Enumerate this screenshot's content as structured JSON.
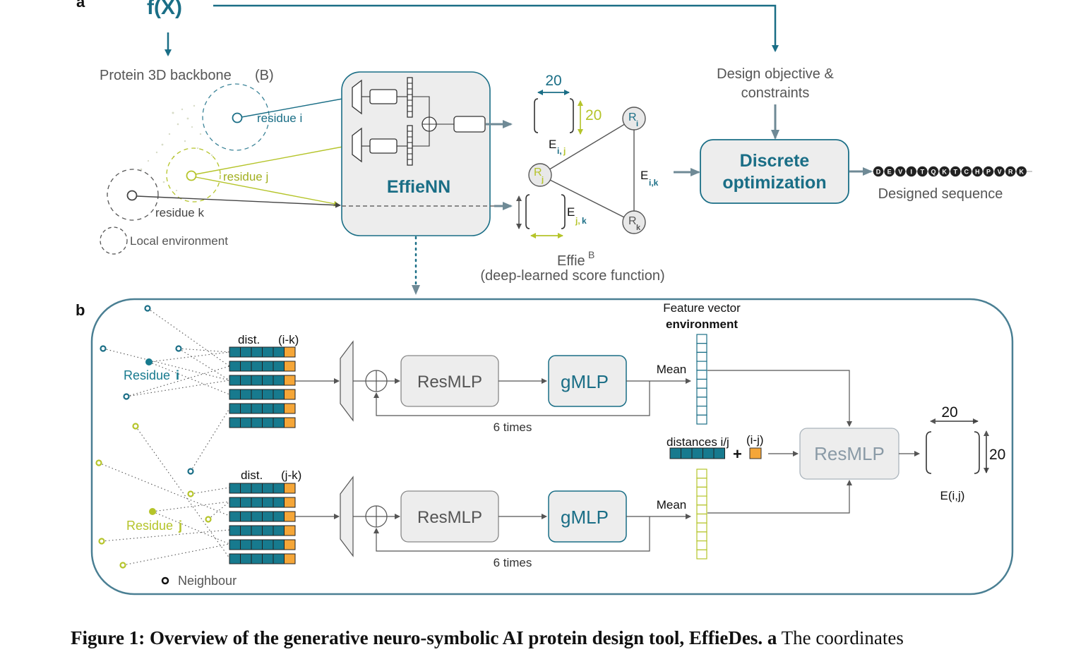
{
  "panel_a": {
    "label": "a",
    "fx": "f(X)",
    "backbone_title": "Protein 3D backbone",
    "backbone_symbol": "(B)",
    "residue_i": "residue i",
    "residue_j": "residue j",
    "residue_k": "residue k",
    "local_env": "Local environment",
    "effienn": "EffieNN",
    "dim_20_top": "20",
    "dim_20_side": "20",
    "e_ij": "E",
    "e_ij_sub_i": "i,",
    "e_ij_sub_j": "j",
    "e_ik": "E",
    "e_ik_sub": "i,k",
    "e_jk": "E",
    "e_jk_sub_j": "j,",
    "e_jk_sub_k": "k",
    "r_i": "R",
    "r_i_sub": "i",
    "r_j": "R",
    "r_j_sub": "j",
    "r_k": "R",
    "r_k_sub": "k",
    "effie": "Effie",
    "effie_sup": "B",
    "effie_desc": "(deep-learned score function)",
    "design_obj_1": "Design objective &",
    "design_obj_2": "constraints",
    "discrete_1": "Discrete",
    "discrete_2": "optimization",
    "designed_seq": "Designed sequence",
    "seq_letters": [
      "D",
      "E",
      "V",
      "I",
      "T",
      "Q",
      "K",
      "T",
      "C",
      "H",
      "P",
      "V",
      "R",
      "K"
    ]
  },
  "panel_b": {
    "label": "b",
    "residue_i_word": "Residue",
    "residue_i_letter": "i",
    "residue_j_word": "Residue",
    "residue_j_letter": "j",
    "neighbour": "Neighbour",
    "dist_label_top": "dist.",
    "ik_label": "(i-k)",
    "dist_label_bottom": "dist.",
    "jk_label": "(j-k)",
    "resmlp_top": "ResMLP",
    "gmlp_top": "gMLP",
    "resmlp_bottom": "ResMLP",
    "gmlp_bottom": "gMLP",
    "six_times_top": "6 times",
    "six_times_bottom": "6 times",
    "mean_top": "Mean",
    "mean_bottom": "Mean",
    "feature_vector": "Feature vector",
    "environment": "environment",
    "distances_ij": "distances i/j",
    "ij_label": "(i-j)",
    "plus": "+",
    "resmlp_final": "ResMLP",
    "dim_20_top": "20",
    "dim_20_side": "20",
    "eij_out": "E(i,j)"
  },
  "caption": {
    "title": "Figure 1: Overview of the generative neuro-symbolic AI protein design tool, EffieDes.",
    "label_a": "a",
    "text": "The coordinates"
  },
  "colors": {
    "teal": "#1a6e86",
    "teal_fill": "#177a8e",
    "lime": "#b5c42a",
    "orange": "#f5a638",
    "gray_box": "#eeeeee",
    "gray_stroke": "#888888",
    "arrow_gray": "#6f8a96"
  }
}
